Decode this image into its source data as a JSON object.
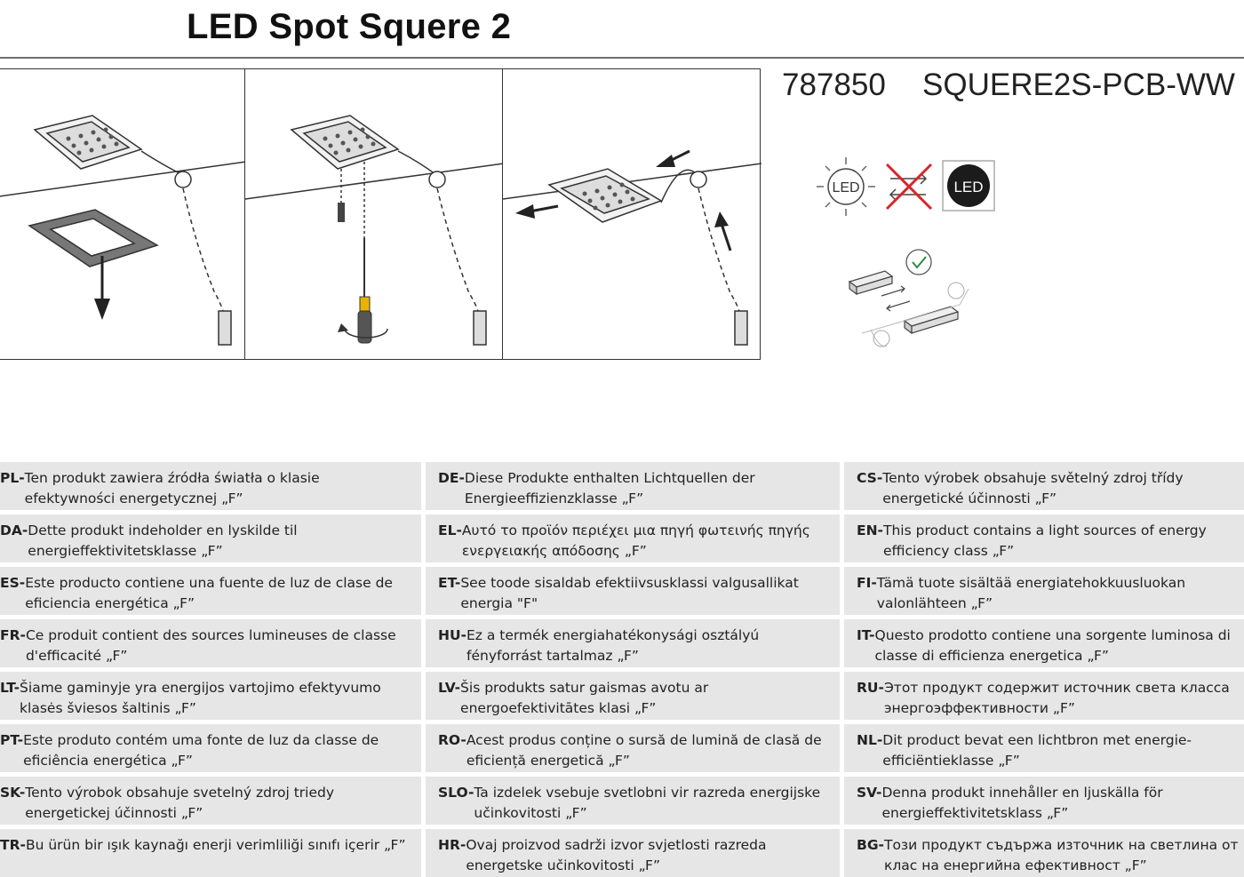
{
  "title": "LED Spot Squere 2",
  "product": {
    "code": "787850",
    "sku": "SQUERE2S-PCB-WW"
  },
  "icons": {
    "led_bulb_label": "LED",
    "led_chip_label": "LED",
    "items": [
      "led-bulb-icon",
      "no-replace-icon",
      "led-chip-icon",
      "driver-connection-icon",
      "check-icon"
    ]
  },
  "colors": {
    "cross": "#d9252b",
    "cell_bg": "#e6e6e6",
    "check": "#2e8b3a"
  },
  "energy_rows": [
    [
      {
        "lang": "PL-",
        "text": "Ten produkt zawiera źródła światła o klasie efektywności energetycznej „F”"
      },
      {
        "lang": "DE-",
        "text": "Diese Produkte enthalten Lichtquellen der Energieeffizienzklasse „F”"
      },
      {
        "lang": "CS-",
        "text": "Tento výrobek obsahuje světelný zdroj třídy energetické účinnosti „F”"
      }
    ],
    [
      {
        "lang": "DA-",
        "text": "Dette produkt indeholder en lyskilde til energieffektivitetsklasse „F”"
      },
      {
        "lang": "EL-",
        "text": "Αυτό το προϊόν περιέχει μια πηγή φωτεινής πηγής ενεργειακής απόδοσης „F”"
      },
      {
        "lang": "EN-",
        "text": "This product contains a light sources of energy efficiency class „F”"
      }
    ],
    [
      {
        "lang": "ES-",
        "text": "Este producto contiene una fuente de luz de clase de eficiencia energética „F”"
      },
      {
        "lang": "ET-",
        "text": "See toode sisaldab efektiivsusklassi valgusallikat energia \"F\""
      },
      {
        "lang": "FI-",
        "text": "Tämä tuote sisältää energiatehokkuusluokan valonlähteen „F”"
      }
    ],
    [
      {
        "lang": "FR-",
        "text": "Ce produit contient des sources lumineuses de classe d'efficacité „F”"
      },
      {
        "lang": "HU-",
        "text": "Ez a termék energiahatékonysági osztályú fényforrást tartalmaz „F”"
      },
      {
        "lang": "IT-",
        "text": "Questo prodotto contiene una sorgente luminosa di classe di efficienza energetica „F”"
      }
    ],
    [
      {
        "lang": "LT-",
        "text": "Šiame gaminyje yra energijos vartojimo efektyvumo klasės šviesos šaltinis „F”"
      },
      {
        "lang": "LV-",
        "text": "Šis produkts satur gaismas avotu ar energoefektivitātes klasi „F”"
      },
      {
        "lang": "RU-",
        "text": "Этот продукт содержит источник света класса энергоэффективности „F”"
      }
    ],
    [
      {
        "lang": "PT-",
        "text": "Este produto contém uma fonte de luz da classe de eficiência energética „F”"
      },
      {
        "lang": "RO-",
        "text": "Acest produs conține o sursă de lumină de clasă de eficiență energetică „F”"
      },
      {
        "lang": "NL-",
        "text": "Dit product bevat een lichtbron met energie-efficiëntieklasse „F”"
      }
    ],
    [
      {
        "lang": "SK-",
        "text": "Tento výrobok obsahuje svetelný zdroj triedy energetickej účinnosti „F”"
      },
      {
        "lang": "SLO-",
        "text": "Ta izdelek vsebuje svetlobni vir razreda energijske učinkovitosti „F”"
      },
      {
        "lang": "SV-",
        "text": "Denna produkt innehåller en ljuskälla för energieffektivitetsklass „F”"
      }
    ],
    [
      {
        "lang": "TR-",
        "text": "Bu ürün bir ışık kaynağı enerji verimliliği sınıfı içerir „F”"
      },
      {
        "lang": "HR-",
        "text": "Ovaj proizvod sadrži izvor svjetlosti razreda energetske učinkovitosti „F”"
      },
      {
        "lang": "BG-",
        "text": "Този продукт съдържа източник на светлина от клас на енергийна ефективност „F”"
      }
    ]
  ]
}
